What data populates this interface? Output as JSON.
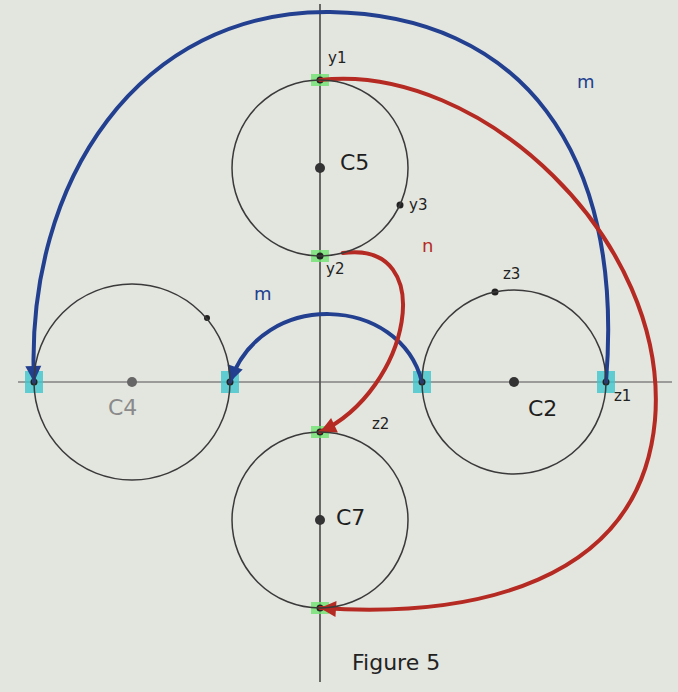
{
  "diagram": {
    "caption": "Figure 5",
    "nodes": [
      {
        "text": [
          "C5"
        ]
      },
      {
        "text": [
          "C4"
        ]
      },
      {
        "text": [
          "C2"
        ]
      },
      {
        "text": [
          "C7"
        ]
      }
    ],
    "edges": [
      {
        "from": 2,
        "to": 1,
        "arrow": "to",
        "label": "m"
      },
      {
        "from": 2,
        "to": 1,
        "arrow": "to",
        "label": "m"
      },
      {
        "from": 0,
        "to": 3,
        "arrow": "to"
      },
      {
        "from": 0,
        "to": 3,
        "arrow": "to",
        "label": "n"
      }
    ],
    "labels": [
      "y1",
      "y3",
      "y2",
      "z3",
      "z2",
      "z1"
    ]
  }
}
